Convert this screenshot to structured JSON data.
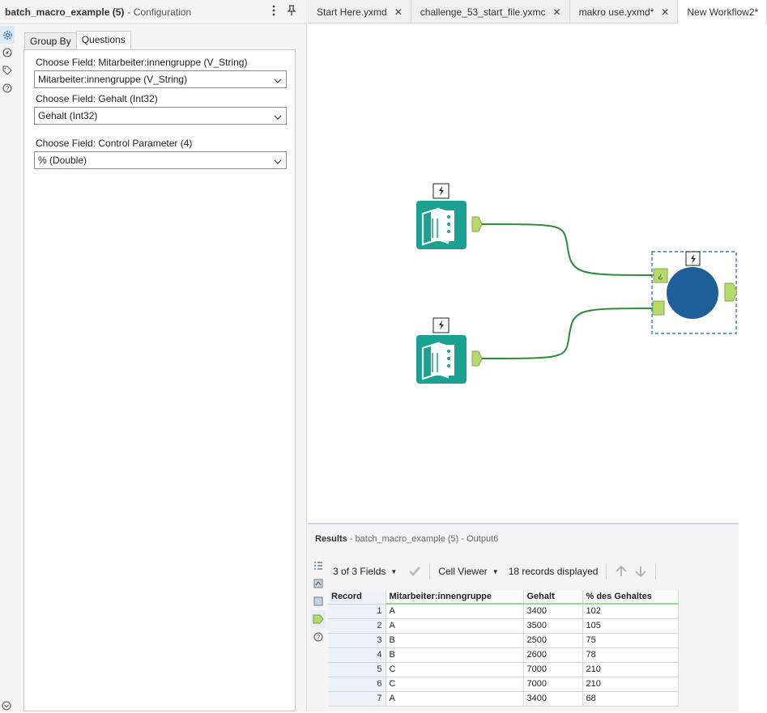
{
  "config": {
    "title": "batch_macro_example (5)",
    "subtitle": "- Configuration",
    "tabs": [
      {
        "label": "Group By"
      },
      {
        "label": "Questions"
      }
    ],
    "questions": [
      {
        "label": "Choose Field: Mitarbeiter:innengruppe (V_String)",
        "value": "Mitarbeiter:innengruppe (V_String)"
      },
      {
        "label": "Choose Field: Gehalt (Int32)",
        "value": "Gehalt (Int32)"
      },
      {
        "label": "Choose Field: Control Parameter (4)",
        "value": "% (Double)"
      }
    ],
    "side_icons": [
      "gear-icon",
      "compass-icon",
      "tag-icon",
      "help-icon"
    ]
  },
  "doc_tabs": [
    {
      "label": "Start Here.yxmd",
      "closable": true
    },
    {
      "label": "challenge_53_start_file.yxmc",
      "closable": true
    },
    {
      "label": "makro use.yxmd*",
      "closable": true
    },
    {
      "label": "New Workflow2*",
      "closable": false
    }
  ],
  "canvas": {
    "tools": [
      "text-input-tool-1",
      "text-input-tool-2",
      "batch-macro-tool"
    ],
    "connector_marker": "¿"
  },
  "results": {
    "title": "Results",
    "subtitle": "- batch_macro_example (5) - Output6",
    "fields_label": "3 of 3 Fields",
    "viewer_label": "Cell Viewer",
    "records_label": "18 records displayed",
    "columns": [
      "Record",
      "Mitarbeiter:innengruppe",
      "Gehalt",
      "% des Gehaltes"
    ],
    "rows": [
      [
        "1",
        "A",
        "3400",
        "102"
      ],
      [
        "2",
        "A",
        "3500",
        "105"
      ],
      [
        "3",
        "B",
        "2500",
        "75"
      ],
      [
        "4",
        "B",
        "2600",
        "78"
      ],
      [
        "5",
        "C",
        "7000",
        "210"
      ],
      [
        "6",
        "C",
        "7000",
        "210"
      ],
      [
        "7",
        "A",
        "3400",
        "68"
      ]
    ]
  },
  "colors": {
    "tool_teal": "#1aa192",
    "macro_blue": "#1f5f99",
    "anchor_green": "#b5d96a",
    "wire_green": "#2e8b3a",
    "selection_blue": "#2d7ec4"
  }
}
